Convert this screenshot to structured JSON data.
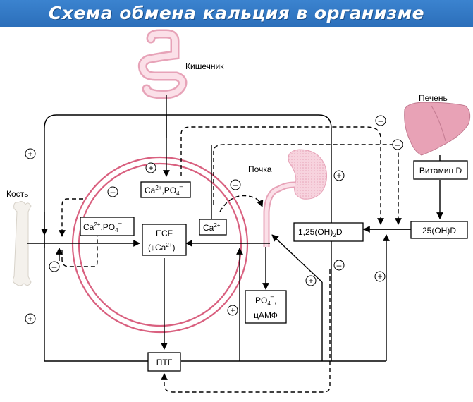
{
  "title": "Схема обмена кальция в организме",
  "organs": {
    "intestine": "Кишечник",
    "liver": "Печень",
    "kidney": "Почка",
    "bone": "Кость"
  },
  "boxes": {
    "ca_po4_top_main": "Ca",
    "ca_po4_top_sup": "2+",
    "ca_po4_top_rest": ",PO",
    "ca_po4_top_sub": "4",
    "ca_po4_top_charge": "–",
    "ca_po4_left_main": "Ca",
    "ca_po4_left_sup": "2+",
    "ca_po4_left_rest": ",PO",
    "ca_po4_left_sub": "4",
    "ca_po4_left_charge": "–",
    "ecf_line1": "ECF",
    "ecf_line2_open": "(↓Ca",
    "ecf_line2_sup": "2+",
    "ecf_line2_close": ")",
    "ca_kidney_main": "Ca",
    "ca_kidney_sup": "2+",
    "calcitriol_pre": "1,25(OH)",
    "calcitriol_sub": "2",
    "calcitriol_post": "D",
    "calcidiol": "25(OH)D",
    "vitamin_d": "Витамин D",
    "po4_main": "PO",
    "po4_sub": "4",
    "po4_charge": "–",
    "po4_comma": ",",
    "camp": "цАМФ",
    "ptg": "ПТГ"
  },
  "signs": {
    "plus": "+",
    "minus": "–"
  },
  "colors": {
    "banner": "#2c6fba",
    "organ_pink": "#f2b8c9",
    "liver_pink": "#e8a2b6",
    "circle_ring": "#d9607f",
    "line": "#000000"
  }
}
